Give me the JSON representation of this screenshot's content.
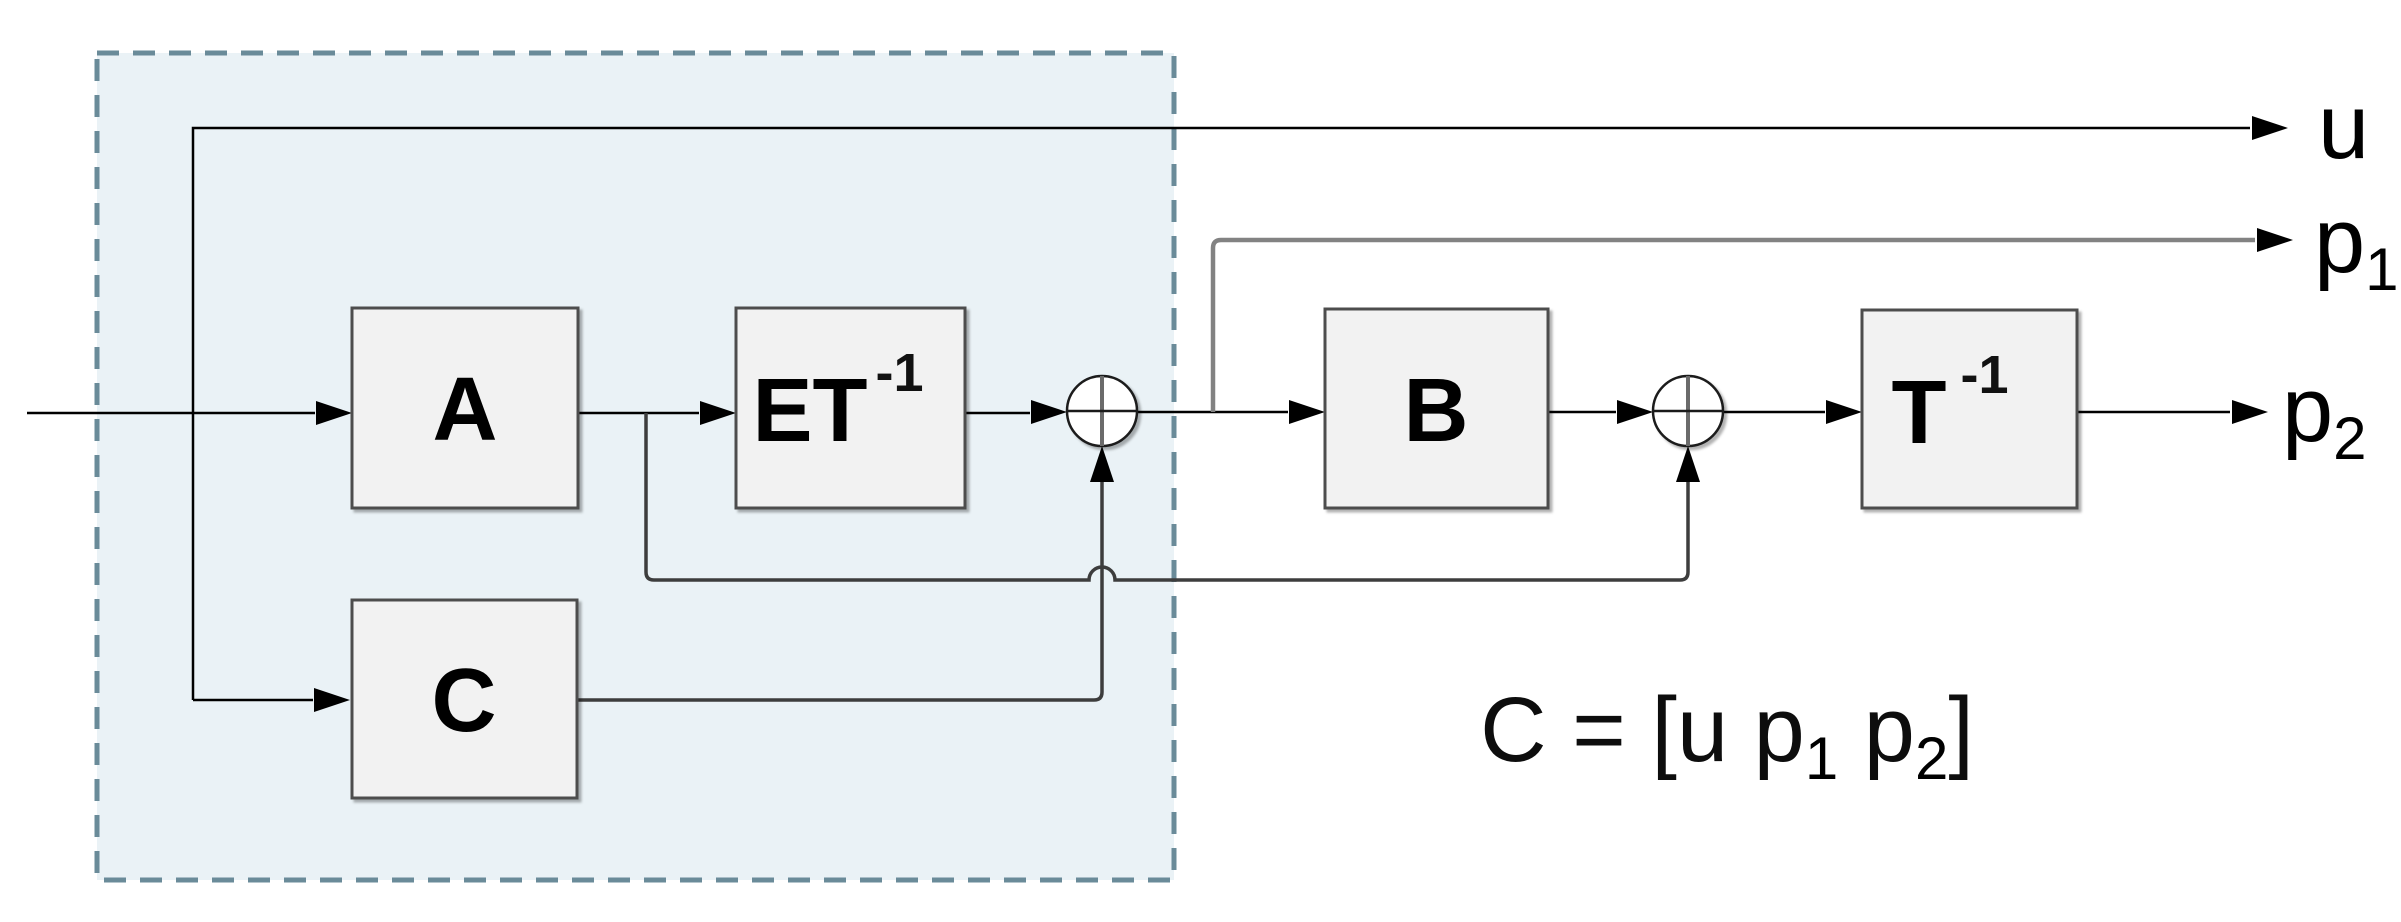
{
  "diagram": {
    "blocks": {
      "a": {
        "label": "A"
      },
      "et": {
        "label": "ET",
        "sup": "-1"
      },
      "c": {
        "label": "C"
      },
      "b": {
        "label": "B"
      },
      "t": {
        "label": "T",
        "sup": "-1"
      }
    },
    "outputs": {
      "u": {
        "label": "u"
      },
      "p1": {
        "label": "p",
        "sub": "1"
      },
      "p2": {
        "label": "p",
        "sub": "2"
      }
    },
    "formula": {
      "prefix": "C = [u p",
      "sub1": "1",
      "mid": " p",
      "sub2": "2",
      "suffix": "]"
    },
    "colors": {
      "system_fill": "#eaf2f6",
      "system_border": "#6a8b99",
      "block_fill": "#f2f2f2",
      "block_border": "#4d4d4d",
      "main_line": "#000000",
      "feedback_line": "#3d3d3d",
      "p1_line": "#828282"
    }
  }
}
